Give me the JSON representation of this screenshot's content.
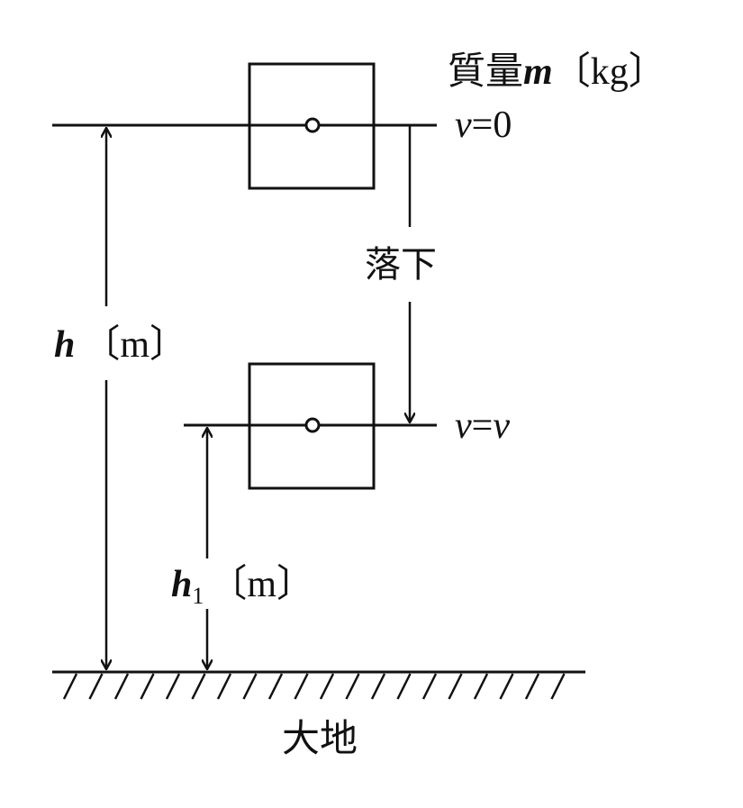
{
  "labels": {
    "mass_prefix": "質量",
    "mass_symbol": "m",
    "mass_unit": "〔kg〕",
    "v_top_var": "v",
    "v_top_eq": "=",
    "v_top_val": "0",
    "fall": "落下",
    "v_mid_var": "v",
    "v_mid_eq": "=",
    "v_mid_val": "v",
    "h_symbol": "h",
    "h_unit": "〔m〕",
    "h1_symbol": "h",
    "h1_sub": "1",
    "h1_unit": "〔m〕",
    "ground": "大地"
  }
}
